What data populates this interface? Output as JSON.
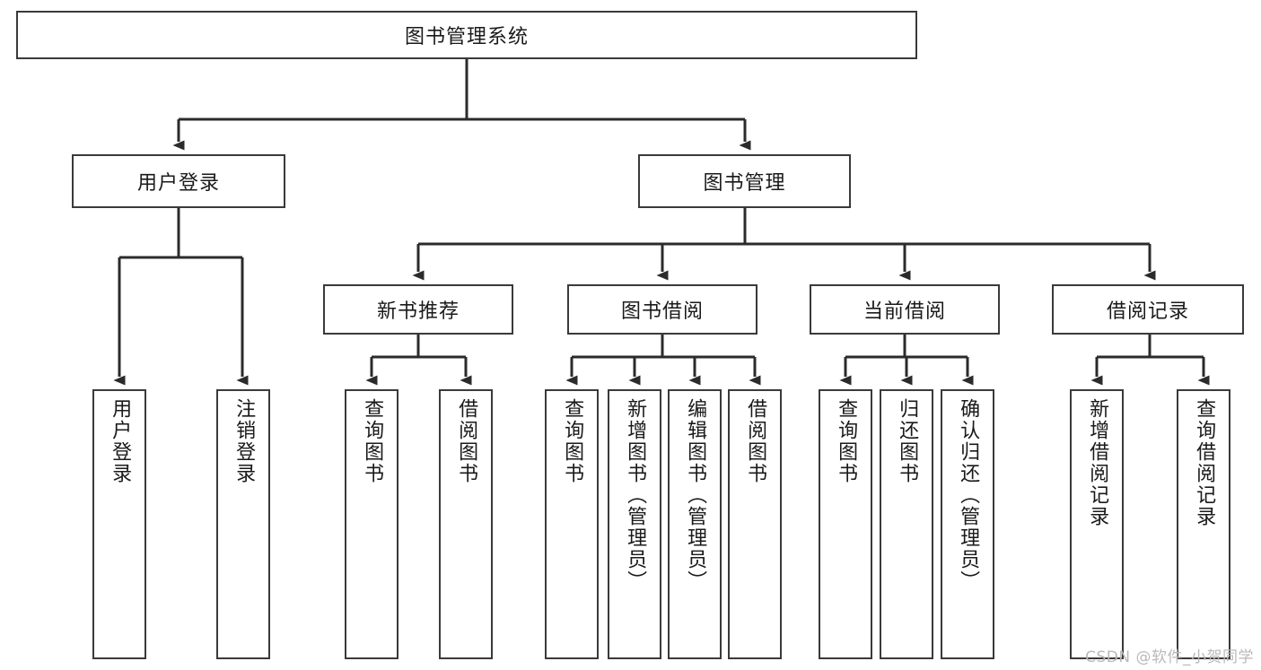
{
  "diagram": {
    "title": "图书管理系统",
    "type": "tree-hierarchy-diagram",
    "colors": {
      "box_border": "#3a3a3a",
      "box_fill": "#ffffff",
      "edge": "#2b2b2b",
      "text": "#1a1a1a",
      "watermark": "#b9b9b9",
      "background": "#ffffff"
    }
  },
  "root": {
    "label": "图书管理系统"
  },
  "level2": [
    {
      "id": "user-login",
      "label": "用户登录"
    },
    {
      "id": "book-management",
      "label": "图书管理"
    }
  ],
  "level3": [
    {
      "id": "new-book-recommend",
      "label": "新书推荐",
      "parent": "book-management"
    },
    {
      "id": "book-borrow",
      "label": "图书借阅",
      "parent": "book-management"
    },
    {
      "id": "current-borrow",
      "label": "当前借阅",
      "parent": "book-management"
    },
    {
      "id": "borrow-record",
      "label": "借阅记录",
      "parent": "book-management"
    }
  ],
  "leaves": {
    "user_login": [
      {
        "id": "leaf-user-login",
        "label": "用户登录"
      },
      {
        "id": "leaf-logout",
        "label": "注销登录"
      }
    ],
    "new_book_recommend": [
      {
        "id": "leaf-query-book-1",
        "label": "查询图书"
      },
      {
        "id": "leaf-borrow-book-1",
        "label": "借阅图书"
      }
    ],
    "book_borrow": [
      {
        "id": "leaf-query-book-2",
        "label": "查询图书"
      },
      {
        "id": "leaf-add-book",
        "label": "新增图书（管理员）"
      },
      {
        "id": "leaf-edit-book",
        "label": "编辑图书（管理员）"
      },
      {
        "id": "leaf-borrow-book-2",
        "label": "借阅图书"
      }
    ],
    "current_borrow": [
      {
        "id": "leaf-query-book-3",
        "label": "查询图书"
      },
      {
        "id": "leaf-return-book",
        "label": "归还图书"
      },
      {
        "id": "leaf-confirm-return",
        "label": "确认归还（管理员）"
      }
    ],
    "borrow_record": [
      {
        "id": "leaf-add-record",
        "label": "新增借阅记录"
      },
      {
        "id": "leaf-query-record",
        "label": "查询借阅记录"
      }
    ]
  },
  "watermark": {
    "text": "CSDN @软件_小贺同学"
  }
}
